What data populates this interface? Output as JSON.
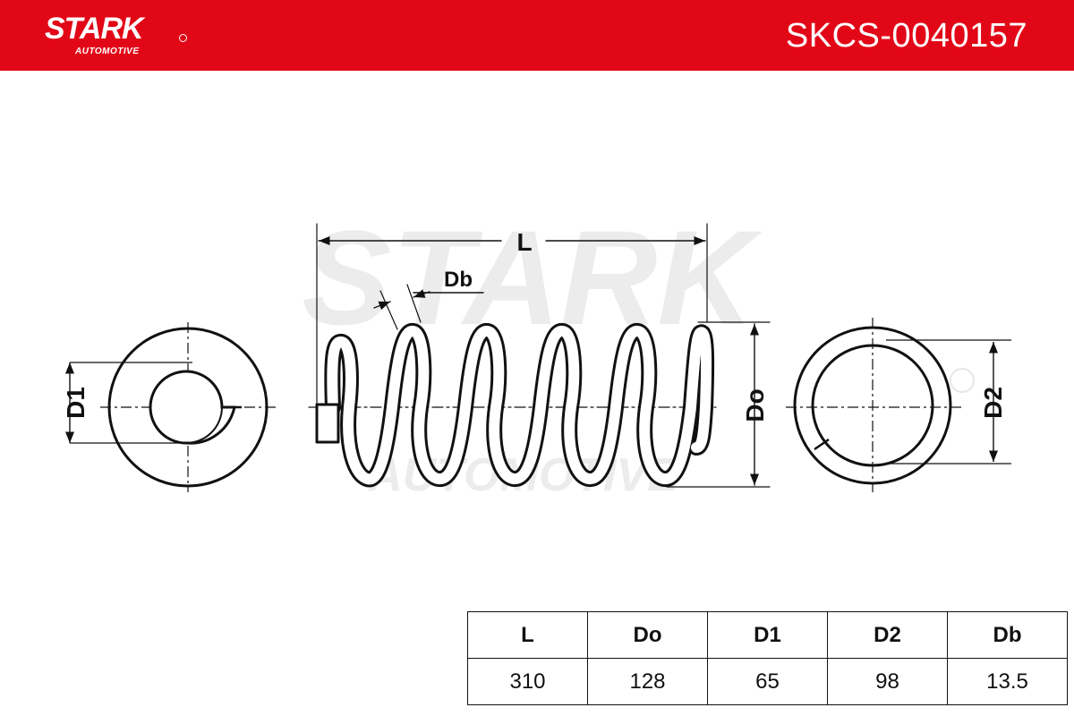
{
  "header": {
    "brand": "STARK",
    "brand_sub": "AUTOMOTIVE",
    "part_number": "SKCS-0040157",
    "color": "#e20717"
  },
  "watermark": {
    "main": "STARK",
    "sub": "AUTOMOTIVE"
  },
  "diagram": {
    "labels": {
      "length": "L",
      "wire": "Db",
      "outer": "Do",
      "end1": "D1",
      "end2": "D2"
    }
  },
  "spec_table": {
    "headers": [
      "L",
      "Do",
      "D1",
      "D2",
      "Db"
    ],
    "values": [
      "310",
      "128",
      "65",
      "98",
      "13.5"
    ]
  }
}
